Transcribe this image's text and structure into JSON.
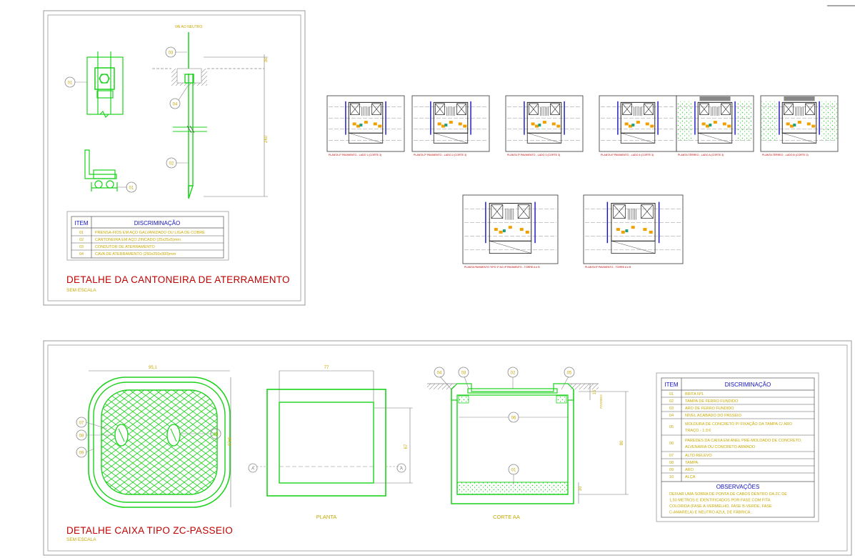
{
  "colors": {
    "green": "#1cd21c",
    "red": "#c00000",
    "yellow": "#c8a800",
    "blue": "#1010c0",
    "gray": "#777777"
  },
  "top_detail": {
    "labels": {
      "vai_ao_neutro": "VAI AO NEUTRO",
      "dim_top": "30",
      "dim_height": "240",
      "callouts": [
        "01",
        "03",
        "04",
        "02",
        "01"
      ]
    },
    "table": {
      "header_item": "ITEM",
      "header_desc": "DISCRIMINAÇÃO",
      "rows": [
        {
          "item": "01",
          "desc": "PRENSA-FIOS EM AÇO GALVANIZADO OU LIGA DE COBRE"
        },
        {
          "item": "02",
          "desc": "CANTONEIRA EM AÇO ZINCADO (25x25x5)mm"
        },
        {
          "item": "03",
          "desc": "CONDUTOR DE ATERRAMENTO"
        },
        {
          "item": "04",
          "desc": "CAVA DE ATERRAMENTO (250x250x300)mm"
        }
      ]
    },
    "title": "DETALHE DA CANTONEIRA DE ATERRAMENTO",
    "subtitle": "SEM ESCALA"
  },
  "thumbnails": {
    "row1_captions": [
      "PLANTA 1º PAVIMENTO - LADO 1 (CORTE 3)",
      "PLANTA 2º PAVIMENTO - LADO 2 (CORTE 3)",
      "PLANTA 3º PAVIMENTO - LADO 3 (CORTE 3)",
      "PLANTA 4º PAVIMENTO - LADO 4 (CORTE 3)",
      "PLANTA TÉRREO - LADO A (CORTE 3)",
      "PLANTA TÉRREO - LADO B (CORTE 3)"
    ],
    "row2_captions": [
      "PLANTA PAVIMENTO TIPO 1º AO 4º PAVIMENTO - TORRE A e B",
      "PLANTA 5º PAVIMENTO - TORRE A e B"
    ]
  },
  "bottom_detail": {
    "dims": {
      "width_top": "95,1",
      "height_side": "84,8",
      "planta_width": "77",
      "planta_height": "67",
      "corte_height": "80",
      "corte_top": "15",
      "corte_bottom": "10",
      "corte_label_side": "PASSEIO"
    },
    "callouts_left": [
      "07",
      "08",
      "09"
    ],
    "callout_right": "10",
    "callouts_corte": [
      "04",
      "03",
      "02",
      "05",
      "06",
      "01"
    ],
    "section_marks": [
      "A",
      "A"
    ],
    "label_planta": "PLANTA",
    "label_corte": "CORTE AA",
    "title": "DETALHE CAIXA TIPO ZC-PASSEIO",
    "subtitle": "SEM ESCALA",
    "table": {
      "header_item": "ITEM",
      "header_desc": "DISCRIMINAÇÃO",
      "rows": [
        {
          "item": "01",
          "desc": "BRITA Nº1"
        },
        {
          "item": "02",
          "desc": "TAMPA DE FERRO FUNDIDO"
        },
        {
          "item": "03",
          "desc": "ARO DE FERRO FUNDIDO"
        },
        {
          "item": "04",
          "desc": "NÍVEL ACABADO DO PASSEIO"
        },
        {
          "item": "05",
          "desc": "MOLDURA DE CONCRETO P/ FIXAÇÃO DA TAMPA C/ ARO TRAÇO - 1:3:6"
        },
        {
          "item": "06",
          "desc": "PAREDES DA CAIXA EM ANEL PRÉ-MOLDADO DE CONCRETO, ALVENARIA OU CONCRETO ARMADO"
        },
        {
          "item": "07",
          "desc": "ALTO RELEVO"
        },
        {
          "item": "08",
          "desc": "TAMPA"
        },
        {
          "item": "09",
          "desc": "ARO"
        },
        {
          "item": "10",
          "desc": "ALÇA"
        }
      ],
      "obs_title": "OBSERVAÇÕES",
      "obs_text": "DEIXAR UMA SOBRA DE PONTA DE CABOS DENTRO DA ZC DE 1,50 METROS E IDENTIFICADOS POR FASE COM FITA COLORIDA (FASE A-VERMELHO, FASE B-VERDE, FASE C-AMARELA) E NEUTRO AZUL DE FÁBRICA."
    }
  }
}
